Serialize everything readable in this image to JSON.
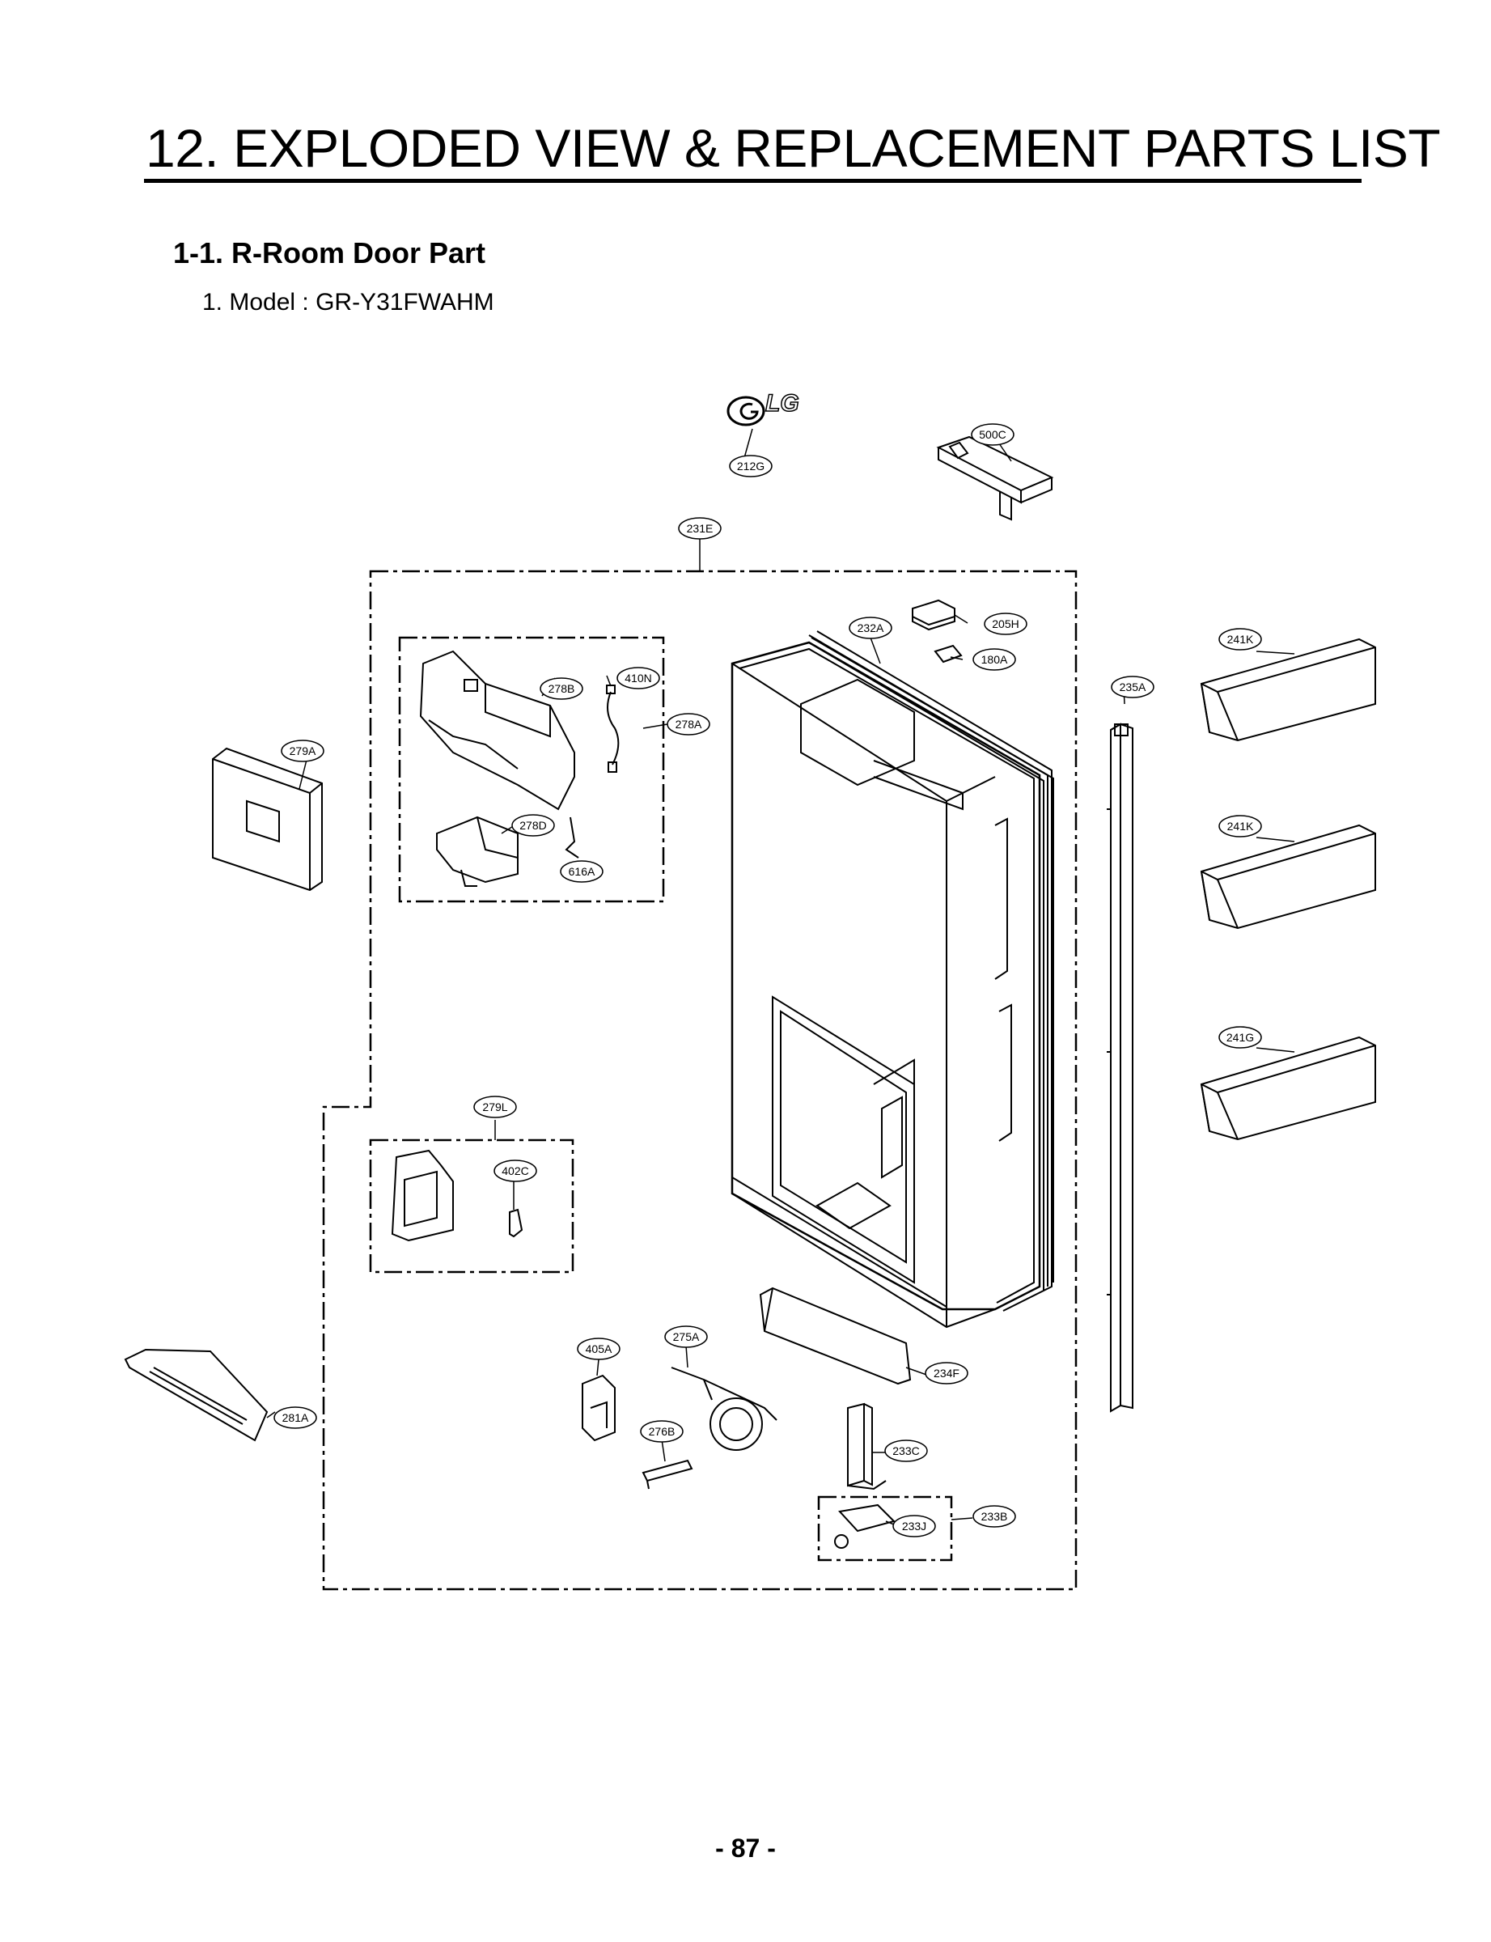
{
  "page": {
    "title": "12. EXPLODED VIEW & REPLACEMENT PARTS LIST",
    "section": "1-1. R-Room Door Part",
    "model": "1. Model : GR-Y31FWAHM",
    "page_number": "- 87 -"
  },
  "diagram": {
    "logo_text": "LG",
    "part_labels": {
      "p212G": "212G",
      "p500C": "500C",
      "p231E": "231E",
      "p232A": "232A",
      "p205H": "205H",
      "p180A": "180A",
      "p241K_1": "241K",
      "p241K_2": "241K",
      "p241G": "241G",
      "p235A": "235A",
      "p278B": "278B",
      "p410N": "410N",
      "p278A": "278A",
      "p279A": "279A",
      "p278D": "278D",
      "p616A": "616A",
      "p279L": "279L",
      "p402C": "402C",
      "p405A": "405A",
      "p275A": "275A",
      "p234F": "234F",
      "p281A": "281A",
      "p276B": "276B",
      "p233C": "233C",
      "p233J": "233J",
      "p233B": "233B"
    }
  }
}
